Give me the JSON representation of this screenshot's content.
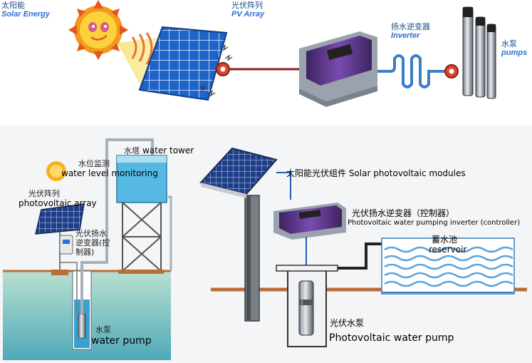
{
  "top": {
    "solar_energy_cn": "太阳能",
    "solar_energy_en": "Solar Energy",
    "pv_array_cn": "光伏阵列",
    "pv_array_en": "PV Array",
    "inverter_cn": "扬水逆变器",
    "inverter_en": "Inverter",
    "pumps_cn": "水泵",
    "pumps_en": "pumps"
  },
  "bottom_left": {
    "water_tower_cn": "水塔",
    "water_tower_en": "water tower",
    "water_level_cn": "水位监测",
    "water_level_en": "water level monitoring",
    "pv_array_cn": "光伏阵列",
    "pv_array_en": "photovoltaic array",
    "inverter_cn_line1": "光伏扬水",
    "inverter_cn_line2": "逆变器(控",
    "inverter_cn_line3": "制器)",
    "pump_cn": "水泵",
    "pump_en": "water pump"
  },
  "bottom_right": {
    "modules_label": "太阳能光伏组件 Solar photovoltaic modules",
    "controller_cn": "光伏扬水逆变器（控制器）",
    "controller_en": "Photovoltaic water pumping inverter (controller)",
    "reservoir_cn": "蓄水池",
    "reservoir_en": "reservoir",
    "pump_cn": "光伏水泵",
    "pump_en": "Photovoltaic water pump"
  },
  "colors": {
    "panel_blue": "#1e63c8",
    "cable_red": "#8b1e1e",
    "cable_blue": "#3b7fc4",
    "inverter_purple": "#6a3d9a",
    "ground_water": "#7fc3c7",
    "ground_brown": "#b86e3a",
    "sun_orange": "#f39a1e"
  }
}
